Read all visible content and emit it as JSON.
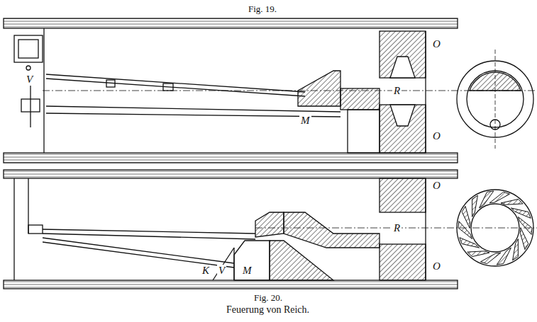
{
  "diagram": {
    "caption": "Feuerung von Reich.",
    "labels": [
      "Fig. 19.",
      "V",
      "R",
      "O",
      "O",
      "M",
      "Fig. 20.",
      "O",
      "O",
      "R",
      "K",
      "V",
      "M"
    ]
  }
}
